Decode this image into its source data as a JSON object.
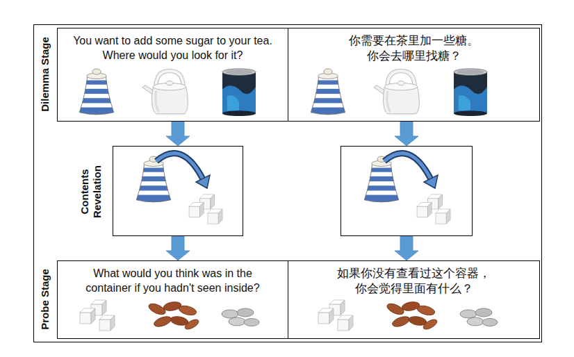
{
  "diagram": {
    "nodes": [
      {
        "text": [
          "You want to add some sugar to your tea. Where would you look for it?"
        ]
      },
      {
        "text": [
          "你需要在茶里加一些糖。 你会去哪里找糖？"
        ]
      },
      {
        "text": [
          "Contents Revelation"
        ]
      },
      {
        "text": []
      },
      {
        "text": [
          "What would you think was in the container if you hadn't seen inside?"
        ]
      },
      {
        "text": [
          "如果你没有查看过这个容器， 你会觉得里面有什么？"
        ]
      }
    ],
    "edges": [
      {
        "from": 0,
        "to": 2,
        "arrow": "to"
      },
      {
        "from": 2,
        "to": 4,
        "arrow": "to"
      },
      {
        "from": 1,
        "to": 3,
        "arrow": "to"
      },
      {
        "from": 3,
        "to": 5,
        "arrow": "to"
      }
    ],
    "labels": [
      "Dilemma Stage",
      "Probe Stage"
    ]
  }
}
